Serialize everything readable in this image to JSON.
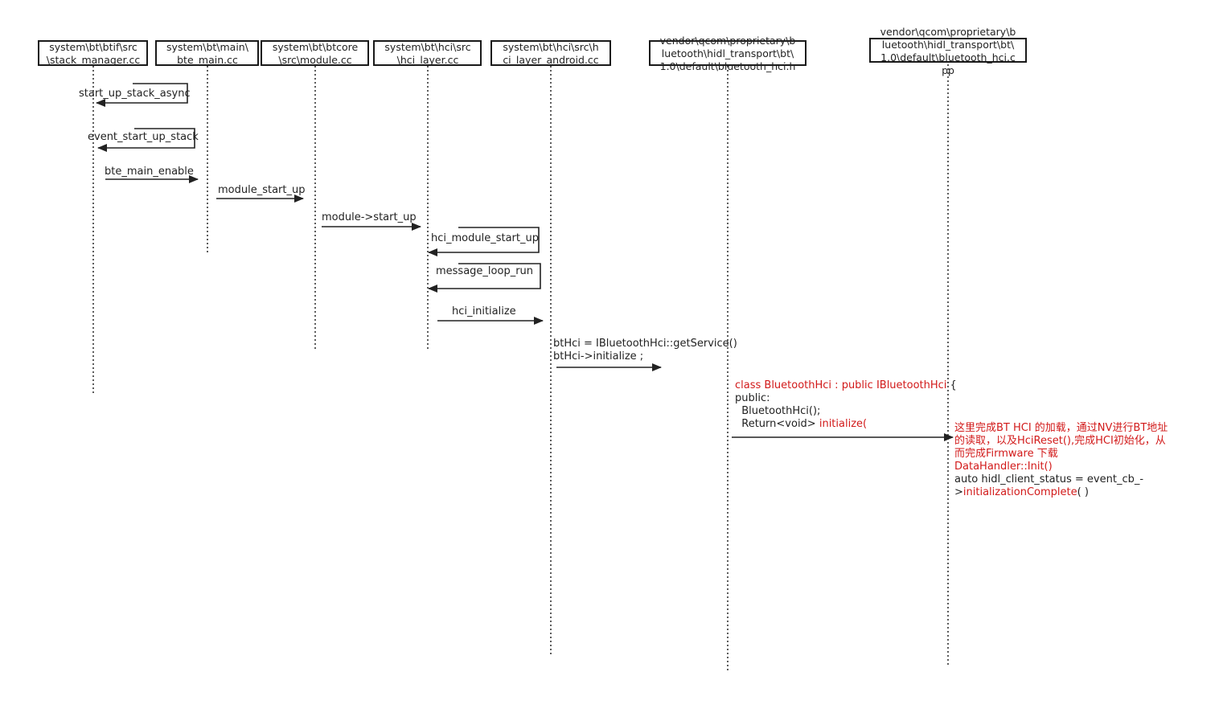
{
  "participants": [
    {
      "id": "p1",
      "lines": [
        "system\\bt\\btif\\src",
        "\\stack_manager.cc"
      ]
    },
    {
      "id": "p2",
      "lines": [
        "system\\bt\\main\\",
        "bte_main.cc"
      ]
    },
    {
      "id": "p3",
      "lines": [
        "system\\bt\\btcore",
        "\\src\\module.cc"
      ]
    },
    {
      "id": "p4",
      "lines": [
        "system\\bt\\hci\\src",
        "\\hci_layer.cc"
      ]
    },
    {
      "id": "p5",
      "lines": [
        "system\\bt\\hci\\src\\h",
        "ci_layer_android.cc"
      ]
    },
    {
      "id": "p6",
      "lines": [
        "vendor\\qcom\\proprietary\\b",
        "luetooth\\hidl_transport\\bt\\",
        "1.0\\default\\bluetooth_hci.h"
      ]
    },
    {
      "id": "p7",
      "lines": [
        "vendor\\qcom\\proprietary\\b",
        "luetooth\\hidl_transport\\bt\\",
        "1.0\\default\\bluetooth_hci.c",
        "pp"
      ]
    }
  ],
  "messages": [
    {
      "id": "m1",
      "label": "start_up_stack_async",
      "from": "p1",
      "to": "p1",
      "self": true
    },
    {
      "id": "m2",
      "label": "event_start_up_stack",
      "from": "p1",
      "to": "p1",
      "self": true
    },
    {
      "id": "m3",
      "label": "bte_main_enable",
      "from": "p1",
      "to": "p2"
    },
    {
      "id": "m4",
      "label": "module_start_up",
      "from": "p2",
      "to": "p3"
    },
    {
      "id": "m5",
      "label": "module->start_up",
      "from": "p3",
      "to": "p4"
    },
    {
      "id": "m6",
      "label": "hci_module_start_up",
      "from": "p4",
      "to": "p4",
      "self": true
    },
    {
      "id": "m7",
      "label": "message_loop_run",
      "from": "p4",
      "to": "p4",
      "self": true
    },
    {
      "id": "m8",
      "label": "hci_initialize",
      "from": "p4",
      "to": "p5"
    },
    {
      "id": "m9",
      "label": "",
      "from": "p5",
      "to": "p6"
    },
    {
      "id": "m10",
      "label": "",
      "from": "p6",
      "to": "p7"
    }
  ],
  "notes": {
    "get_service": [
      "btHci = IBluetoothHci::getService()",
      "btHci->initialize ;"
    ],
    "class_decl": {
      "line1_red": "class BluetoothHci : public IBluetoothHci",
      "line1_black": " {",
      "line2": "public:",
      "line3": "  BluetoothHci();",
      "line4_black": "  Return<void> ",
      "line4_red": "initialize("
    },
    "hci_load": {
      "red_lines": [
        "这里完成BT HCI 的加载，通过NV进行BT地址",
        "的读取，以及HciReset(),完成HCI初始化，从",
        "而完成Firmware 下载",
        "DataHandler::Init()"
      ],
      "line5": "auto hidl_client_status = event_cb_-",
      "line6_black_a": ">",
      "line6_red": "initializationComplete",
      "line6_black_b": "( )"
    }
  },
  "colors": {
    "line": "#222222",
    "highlight": "#d21a1a"
  }
}
